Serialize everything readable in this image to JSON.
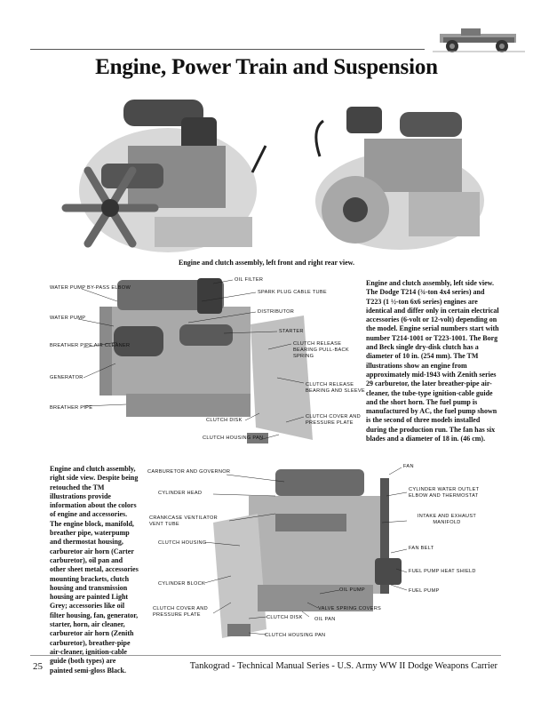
{
  "page": {
    "title": "Engine, Power Train and Suspension",
    "page_number": "25",
    "footer": "Tankograd - Technical Manual Series - U.S. Army WW II Dodge Weapons Carrier"
  },
  "captions": {
    "top_photos": "Engine and clutch assembly, left front and right rear view.",
    "left_side_view": "Engine and clutch assembly, left side view. The Dodge T214 (¾-ton 4x4 series) and T223 (1 ½-ton 6x6 series) engines are identical and differ only in certain electrical accessories (6-volt or 12-volt) depending on the model. Engine serial numbers start with number T214-1001 or T223-1001. The Borg and Beck single dry-disk clutch has a diameter of 10 in. (254 mm). The TM illustrations show an engine from approximately mid-1943 with Zenith series 29 carburetor, the later breather-pipe air-cleaner, the tube-type ignition-cable guide and the short horn. The fuel pump is manufactured by AC, the fuel pump shown is the second of three models installed during the production run. The fan has six blades and a diameter of 18 in. (46 cm).",
    "right_side_view": "Engine and clutch assembly, right side view. Despite being retouched the TM illustrations provide information about the colors of engine and accessories. The engine block, manifold, breather pipe, waterpump and thermostat housing, carburetor air horn (Carter carburetor), oil pan and other sheet metal, accessories mounting brackets, clutch housing and transmission housing are painted Light Grey; accessories like oil filter housing, fan, generator, starter, horn, air cleaner, carburetor air horn (Zenith carburetor), breather-pipe air-cleaner, ignition-cable guide (both types) are painted semi-gloss Black."
  },
  "diagram_left_labels": {
    "water_pump_bypass": "Water Pump By-Pass Elbow",
    "water_pump": "Water Pump",
    "breather_pipe_air_cleaner": "Breather Pipe Air Cleaner",
    "generator": "Generator",
    "breather_pipe": "Breather Pipe",
    "oil_filter": "Oil Filter",
    "spark_plug_cable_tube": "Spark Plug Cable Tube",
    "distributor": "Distributor",
    "starter": "Starter",
    "clutch_release_bearing_spring": "Clutch Release Bearing Pull-Back Spring",
    "clutch_release_bearing_sleeve": "Clutch Release Bearing and Sleeve",
    "clutch_cover_pressure_plate": "Clutch Cover and Pressure Plate",
    "clutch_disk": "Clutch Disk",
    "clutch_housing_pan": "Clutch Housing Pan"
  },
  "diagram_right_labels": {
    "carburetor_governor": "Carburetor and Governor",
    "cylinder_head": "Cylinder Head",
    "crankcase_ventilator": "Crankcase Ventilator Vent Tube",
    "clutch_housing": "Clutch Housing",
    "cylinder_block": "Cylinder Block",
    "clutch_cover_pressure_plate": "Clutch Cover and Pressure Plate",
    "fan": "Fan",
    "cylinder_water_outlet": "Cylinder Water Outlet Elbow and Thermostat",
    "intake_exhaust_manifold": "Intake and Exhaust Manifold",
    "fan_belt": "Fan Belt",
    "fuel_pump_heat_shield": "Fuel Pump Heat Shield",
    "fuel_pump": "Fuel Pump",
    "oil_pump": "Oil Pump",
    "valve_spring_covers": "Valve Spring Covers",
    "clutch_disk": "Clutch Disk",
    "oil_pan": "Oil Pan",
    "clutch_housing_pan": "Clutch Housing Pan"
  }
}
